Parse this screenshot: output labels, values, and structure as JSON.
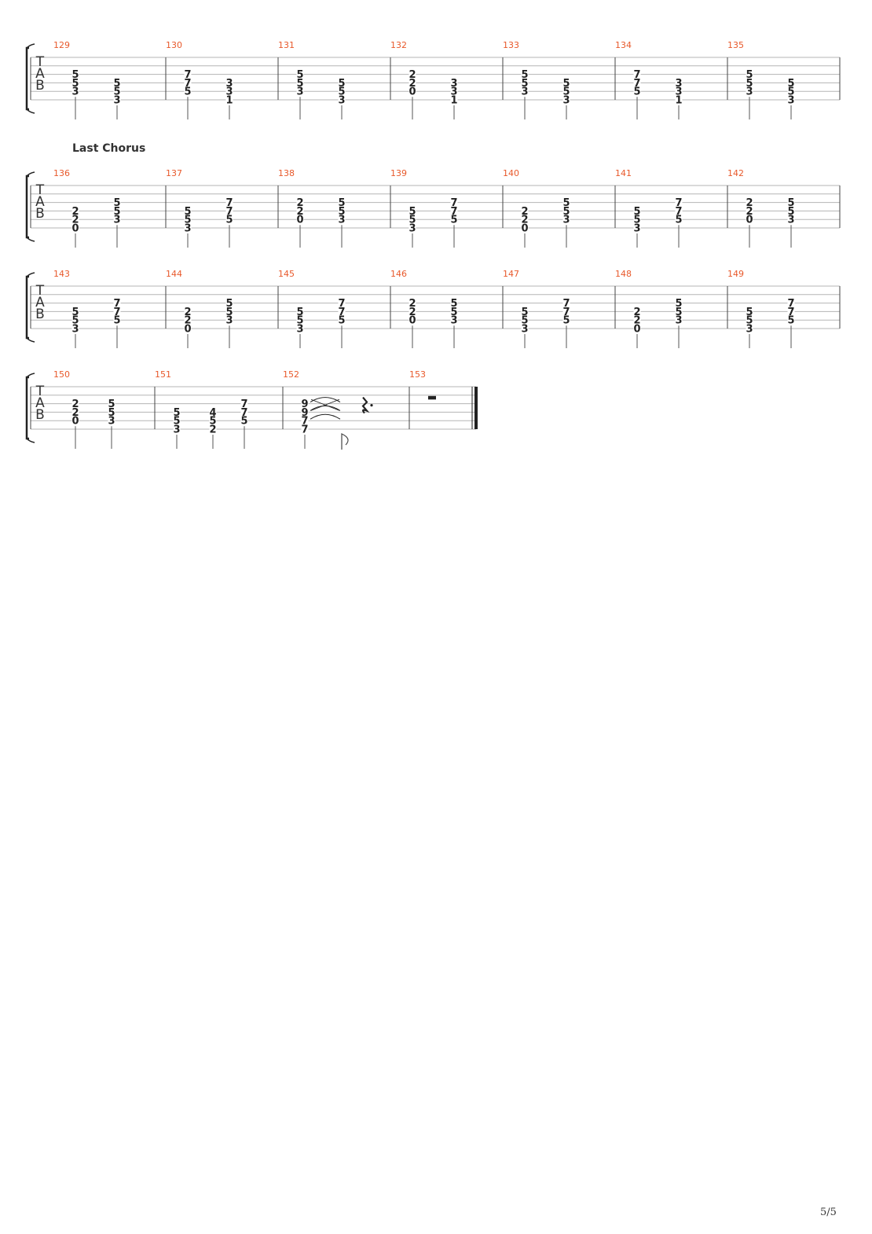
{
  "section_label": "Last Chorus",
  "page_number": "5/5",
  "tab_clef": [
    "T",
    "A",
    "B"
  ],
  "colors": {
    "measure_number": "#e8592b",
    "staff_line": "#b5b5b5",
    "text": "#222222"
  },
  "systems": [
    {
      "measures": [
        {
          "number": "129",
          "beats": [
            {
              "notes": [
                [
                  3,
                  "5"
                ],
                [
                  4,
                  "5"
                ],
                [
                  5,
                  "3"
                ]
              ]
            },
            {
              "notes": [
                [
                  4,
                  "5"
                ],
                [
                  5,
                  "5"
                ],
                [
                  6,
                  "3"
                ]
              ]
            }
          ]
        },
        {
          "number": "130",
          "beats": [
            {
              "notes": [
                [
                  3,
                  "7"
                ],
                [
                  4,
                  "7"
                ],
                [
                  5,
                  "5"
                ]
              ]
            },
            {
              "notes": [
                [
                  4,
                  "3"
                ],
                [
                  5,
                  "3"
                ],
                [
                  6,
                  "1"
                ]
              ]
            }
          ]
        },
        {
          "number": "131",
          "beats": [
            {
              "notes": [
                [
                  3,
                  "5"
                ],
                [
                  4,
                  "5"
                ],
                [
                  5,
                  "3"
                ]
              ]
            },
            {
              "notes": [
                [
                  4,
                  "5"
                ],
                [
                  5,
                  "5"
                ],
                [
                  6,
                  "3"
                ]
              ]
            }
          ]
        },
        {
          "number": "132",
          "beats": [
            {
              "notes": [
                [
                  3,
                  "2"
                ],
                [
                  4,
                  "2"
                ],
                [
                  5,
                  "0"
                ]
              ]
            },
            {
              "notes": [
                [
                  4,
                  "3"
                ],
                [
                  5,
                  "3"
                ],
                [
                  6,
                  "1"
                ]
              ]
            }
          ]
        },
        {
          "number": "133",
          "beats": [
            {
              "notes": [
                [
                  3,
                  "5"
                ],
                [
                  4,
                  "5"
                ],
                [
                  5,
                  "3"
                ]
              ]
            },
            {
              "notes": [
                [
                  4,
                  "5"
                ],
                [
                  5,
                  "5"
                ],
                [
                  6,
                  "3"
                ]
              ]
            }
          ]
        },
        {
          "number": "134",
          "beats": [
            {
              "notes": [
                [
                  3,
                  "7"
                ],
                [
                  4,
                  "7"
                ],
                [
                  5,
                  "5"
                ]
              ]
            },
            {
              "notes": [
                [
                  4,
                  "3"
                ],
                [
                  5,
                  "3"
                ],
                [
                  6,
                  "1"
                ]
              ]
            }
          ]
        },
        {
          "number": "135",
          "beats": [
            {
              "notes": [
                [
                  3,
                  "5"
                ],
                [
                  4,
                  "5"
                ],
                [
                  5,
                  "3"
                ]
              ]
            },
            {
              "notes": [
                [
                  4,
                  "5"
                ],
                [
                  5,
                  "5"
                ],
                [
                  6,
                  "3"
                ]
              ]
            }
          ]
        }
      ]
    },
    {
      "measures": [
        {
          "number": "136",
          "beats": [
            {
              "notes": [
                [
                  4,
                  "2"
                ],
                [
                  5,
                  "2"
                ],
                [
                  6,
                  "0"
                ]
              ]
            },
            {
              "notes": [
                [
                  3,
                  "5"
                ],
                [
                  4,
                  "5"
                ],
                [
                  5,
                  "3"
                ]
              ]
            }
          ]
        },
        {
          "number": "137",
          "beats": [
            {
              "notes": [
                [
                  4,
                  "5"
                ],
                [
                  5,
                  "5"
                ],
                [
                  6,
                  "3"
                ]
              ]
            },
            {
              "notes": [
                [
                  3,
                  "7"
                ],
                [
                  4,
                  "7"
                ],
                [
                  5,
                  "5"
                ]
              ]
            }
          ]
        },
        {
          "number": "138",
          "beats": [
            {
              "notes": [
                [
                  3,
                  "2"
                ],
                [
                  4,
                  "2"
                ],
                [
                  5,
                  "0"
                ]
              ]
            },
            {
              "notes": [
                [
                  3,
                  "5"
                ],
                [
                  4,
                  "5"
                ],
                [
                  5,
                  "3"
                ]
              ]
            }
          ]
        },
        {
          "number": "139",
          "beats": [
            {
              "notes": [
                [
                  4,
                  "5"
                ],
                [
                  5,
                  "5"
                ],
                [
                  6,
                  "3"
                ]
              ]
            },
            {
              "notes": [
                [
                  3,
                  "7"
                ],
                [
                  4,
                  "7"
                ],
                [
                  5,
                  "5"
                ]
              ]
            }
          ]
        },
        {
          "number": "140",
          "beats": [
            {
              "notes": [
                [
                  4,
                  "2"
                ],
                [
                  5,
                  "2"
                ],
                [
                  6,
                  "0"
                ]
              ]
            },
            {
              "notes": [
                [
                  3,
                  "5"
                ],
                [
                  4,
                  "5"
                ],
                [
                  5,
                  "3"
                ]
              ]
            }
          ]
        },
        {
          "number": "141",
          "beats": [
            {
              "notes": [
                [
                  4,
                  "5"
                ],
                [
                  5,
                  "5"
                ],
                [
                  6,
                  "3"
                ]
              ]
            },
            {
              "notes": [
                [
                  3,
                  "7"
                ],
                [
                  4,
                  "7"
                ],
                [
                  5,
                  "5"
                ]
              ]
            }
          ]
        },
        {
          "number": "142",
          "beats": [
            {
              "notes": [
                [
                  3,
                  "2"
                ],
                [
                  4,
                  "2"
                ],
                [
                  5,
                  "0"
                ]
              ]
            },
            {
              "notes": [
                [
                  3,
                  "5"
                ],
                [
                  4,
                  "5"
                ],
                [
                  5,
                  "3"
                ]
              ]
            }
          ]
        }
      ]
    },
    {
      "measures": [
        {
          "number": "143",
          "beats": [
            {
              "notes": [
                [
                  4,
                  "5"
                ],
                [
                  5,
                  "5"
                ],
                [
                  6,
                  "3"
                ]
              ]
            },
            {
              "notes": [
                [
                  3,
                  "7"
                ],
                [
                  4,
                  "7"
                ],
                [
                  5,
                  "5"
                ]
              ]
            }
          ]
        },
        {
          "number": "144",
          "beats": [
            {
              "notes": [
                [
                  4,
                  "2"
                ],
                [
                  5,
                  "2"
                ],
                [
                  6,
                  "0"
                ]
              ]
            },
            {
              "notes": [
                [
                  3,
                  "5"
                ],
                [
                  4,
                  "5"
                ],
                [
                  5,
                  "3"
                ]
              ]
            }
          ]
        },
        {
          "number": "145",
          "beats": [
            {
              "notes": [
                [
                  4,
                  "5"
                ],
                [
                  5,
                  "5"
                ],
                [
                  6,
                  "3"
                ]
              ]
            },
            {
              "notes": [
                [
                  3,
                  "7"
                ],
                [
                  4,
                  "7"
                ],
                [
                  5,
                  "5"
                ]
              ]
            }
          ]
        },
        {
          "number": "146",
          "beats": [
            {
              "notes": [
                [
                  3,
                  "2"
                ],
                [
                  4,
                  "2"
                ],
                [
                  5,
                  "0"
                ]
              ]
            },
            {
              "notes": [
                [
                  3,
                  "5"
                ],
                [
                  4,
                  "5"
                ],
                [
                  5,
                  "3"
                ]
              ]
            }
          ]
        },
        {
          "number": "147",
          "beats": [
            {
              "notes": [
                [
                  4,
                  "5"
                ],
                [
                  5,
                  "5"
                ],
                [
                  6,
                  "3"
                ]
              ]
            },
            {
              "notes": [
                [
                  3,
                  "7"
                ],
                [
                  4,
                  "7"
                ],
                [
                  5,
                  "5"
                ]
              ]
            }
          ]
        },
        {
          "number": "148",
          "beats": [
            {
              "notes": [
                [
                  4,
                  "2"
                ],
                [
                  5,
                  "2"
                ],
                [
                  6,
                  "0"
                ]
              ]
            },
            {
              "notes": [
                [
                  3,
                  "5"
                ],
                [
                  4,
                  "5"
                ],
                [
                  5,
                  "3"
                ]
              ]
            }
          ]
        },
        {
          "number": "149",
          "beats": [
            {
              "notes": [
                [
                  4,
                  "5"
                ],
                [
                  5,
                  "5"
                ],
                [
                  6,
                  "3"
                ]
              ]
            },
            {
              "notes": [
                [
                  3,
                  "7"
                ],
                [
                  4,
                  "7"
                ],
                [
                  5,
                  "5"
                ]
              ]
            }
          ]
        }
      ]
    },
    {
      "measures": [
        {
          "number": "150",
          "beats": [
            {
              "notes": [
                [
                  3,
                  "2"
                ],
                [
                  4,
                  "2"
                ],
                [
                  5,
                  "0"
                ]
              ]
            },
            {
              "notes": [
                [
                  3,
                  "5"
                ],
                [
                  4,
                  "5"
                ],
                [
                  5,
                  "3"
                ]
              ]
            }
          ]
        },
        {
          "number": "151",
          "beats": [
            {
              "notes": [
                [
                  4,
                  "5"
                ],
                [
                  5,
                  "5"
                ],
                [
                  6,
                  "3"
                ]
              ]
            },
            {
              "notes": [
                [
                  4,
                  "4"
                ],
                [
                  5,
                  "5"
                ],
                [
                  6,
                  "2"
                ]
              ]
            },
            {
              "notes": [
                [
                  3,
                  "7"
                ],
                [
                  4,
                  "7"
                ],
                [
                  5,
                  "5"
                ]
              ]
            }
          ]
        },
        {
          "number": "152",
          "beats": [
            {
              "notes": [
                [
                  3,
                  "9"
                ],
                [
                  4,
                  "9"
                ],
                [
                  5,
                  "7"
                ],
                [
                  6,
                  "7"
                ]
              ],
              "let_ring": true
            }
          ],
          "rest": "dotted-quarter"
        },
        {
          "number": "153",
          "beats": [],
          "rest": "half"
        }
      ],
      "final_barline": true
    }
  ]
}
